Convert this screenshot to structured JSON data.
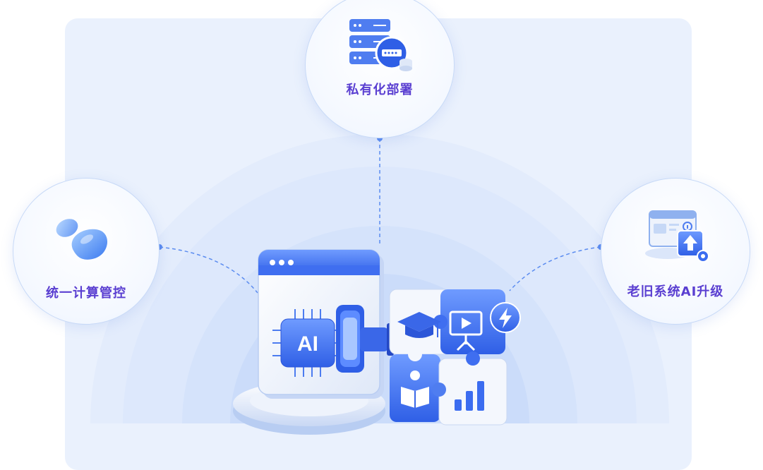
{
  "features": {
    "top_label": "私有化部署",
    "left_label": "统一计算管控",
    "right_label": "老旧系统AI升级"
  },
  "center": {
    "chip_text": "AI"
  },
  "colors": {
    "panel_background": "#eaf1fd",
    "label_purple": "#5a3fd1",
    "accent_blue": "#3b6cf0",
    "arc_fill": "#d6e4fb"
  }
}
